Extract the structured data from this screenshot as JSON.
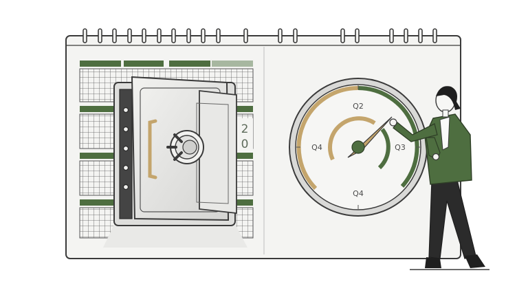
{
  "illustration": {
    "dial_labels": {
      "q2": "Q2",
      "q3": "Q3",
      "q4_left": "Q4",
      "q4_bottom": "Q4"
    },
    "year_label": "2024",
    "partial_digits": {
      "top": "2",
      "bottom": "0"
    }
  },
  "colors": {
    "green": "#4e6e40",
    "gold": "#c4a56c",
    "outline": "#3a3a3a",
    "paper": "#f4f4f2",
    "metal": "#e6e6e4"
  }
}
